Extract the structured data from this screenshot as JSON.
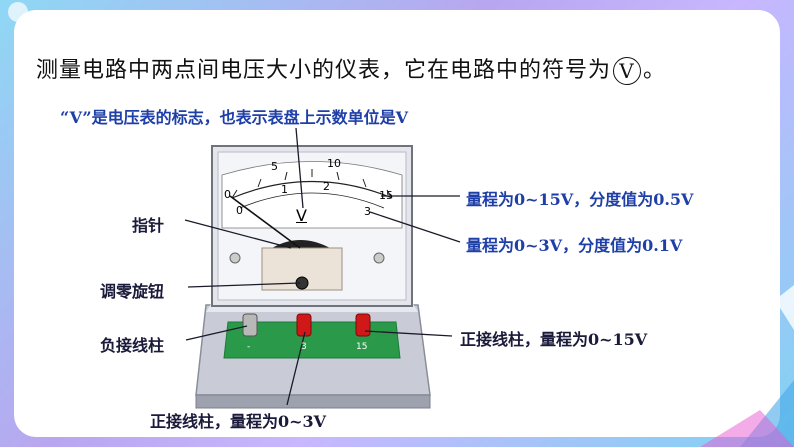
{
  "heading": {
    "text": "测量电路中两点间电压大小的仪表，它在电路中的符号为",
    "symbol": "V",
    "tail": "。"
  },
  "notes": {
    "v_meaning": "“V”是电压表的标志，也表示表盘上示数单位是V",
    "needle": "指针",
    "zero_knob": "调零旋钮",
    "negative_terminal": "负接线柱",
    "range_15": "量程为0~15V，分度值为0.5V",
    "range_3": "量程为0~3V，分度值为0.1V",
    "positive_15": "正接线柱，量程为0~15V",
    "positive_3": "正接线柱，量程为0~3V"
  },
  "meter": {
    "unit": "V",
    "upper_scale": [
      "0",
      "5",
      "10",
      "15"
    ],
    "lower_scale": [
      "0",
      "1",
      "2",
      "3"
    ],
    "terminals": [
      "-",
      "3",
      "15"
    ]
  },
  "colors": {
    "accent_blue": "#1f3fa8",
    "terminal_red": "#d01818",
    "board_green": "#2a9a4a"
  }
}
